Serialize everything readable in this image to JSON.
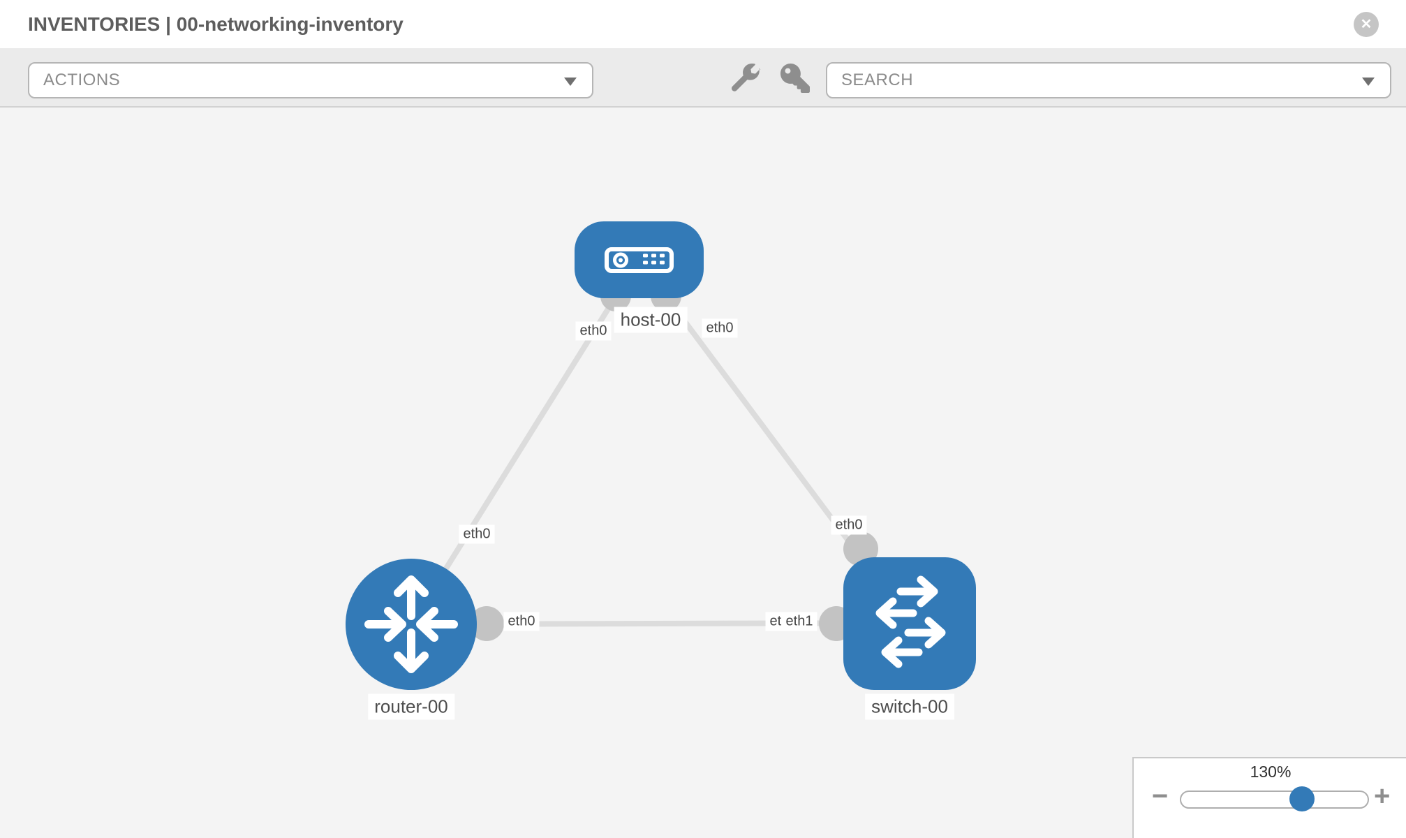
{
  "header": {
    "title": "INVENTORIES | 00-networking-inventory",
    "close_glyph": "✕"
  },
  "toolbar": {
    "actions_label": "ACTIONS",
    "search_placeholder": "SEARCH",
    "icons": [
      "wrench-icon",
      "key-icon"
    ]
  },
  "graph": {
    "nodes": [
      {
        "label": "host-00",
        "type": "host",
        "shape": "rounded-rect"
      },
      {
        "label": "router-00",
        "type": "router",
        "shape": "circle"
      },
      {
        "label": "switch-00",
        "type": "switch",
        "shape": "rounded-square"
      }
    ],
    "links": [
      {
        "source": "host-00",
        "source_port": "eth0",
        "target": "router-00",
        "target_port": "eth0"
      },
      {
        "source": "host-00",
        "source_port": "eth0",
        "target": "switch-00",
        "target_port": "eth0"
      },
      {
        "source": "router-00",
        "source_port": "eth0",
        "target": "switch-00",
        "target_port": "eth1"
      }
    ],
    "ports": {
      "host_left": "eth0",
      "host_right": "eth0",
      "router_top": "eth0",
      "switch_top": "eth0",
      "router_right": "eth0",
      "switch_left_back": "eth0",
      "switch_left_front": "eth1"
    }
  },
  "zoom_control": {
    "value": "130%",
    "percent": 65,
    "minus_glyph": "−",
    "plus_glyph": "+"
  },
  "colors": {
    "node_blue": "#337ab7",
    "link_gray": "#dcdcdc",
    "endpoint_gray": "#c3c3c3",
    "canvas_bg": "#f4f4f4",
    "toolbar_bg": "#ebebeb"
  }
}
